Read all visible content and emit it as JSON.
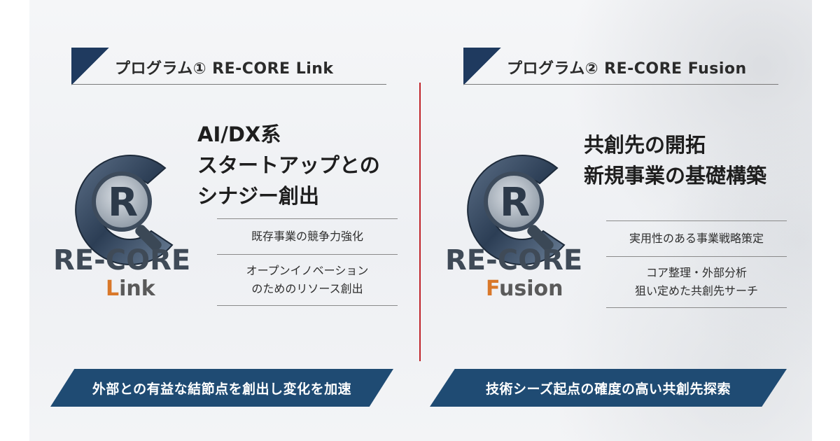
{
  "program1": {
    "header": "プログラム① RE-CORE Link",
    "logo": {
      "brand": "RE-CORE",
      "sub": "Link",
      "icon": "magnifier-r-icon"
    },
    "tagline": [
      "AI/DX系",
      "スタートアップとの",
      "シナジー創出"
    ],
    "features": [
      {
        "lines": [
          "既存事業の競争力強化"
        ]
      },
      {
        "lines": [
          "オープンイノベーション",
          "のためのリソース創出"
        ]
      }
    ],
    "banner": "外部との有益な結節点を創出し変化を加速"
  },
  "program2": {
    "header": "プログラム② RE-CORE Fusion",
    "logo": {
      "brand": "RE-CORE",
      "sub": "Fusion",
      "icon": "magnifier-r-icon"
    },
    "tagline": [
      "共創先の開拓",
      "新規事業の基礎構築"
    ],
    "features": [
      {
        "lines": [
          "実用性のある事業戦略策定"
        ]
      },
      {
        "lines": [
          "コア整理・外部分析",
          "狙い定めた共創先サーチ"
        ]
      }
    ],
    "banner": "技術シーズ起点の確度の高い共創先探索"
  },
  "colors": {
    "navy": "#1f3a5f",
    "banner": "#1f4b73",
    "divider": "#c0242a",
    "accent_orange": "#d9782a"
  }
}
